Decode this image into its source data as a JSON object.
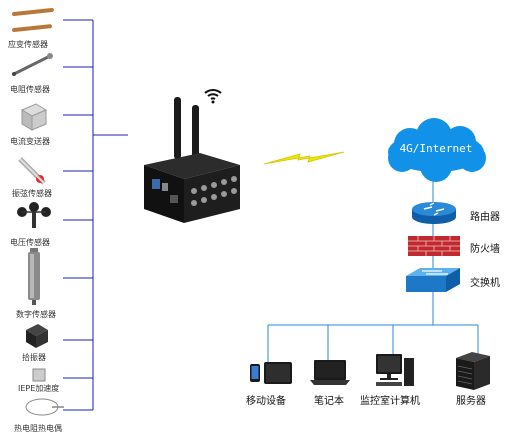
{
  "sensors": [
    {
      "label": "应变传感器",
      "icon": "strain-sensor-icon"
    },
    {
      "label": "电阻传感器",
      "icon": "resistance-sensor-icon"
    },
    {
      "label": "电流变送器",
      "icon": "current-transmitter-icon"
    },
    {
      "label": "振弦传感器",
      "icon": "vibrating-wire-sensor-icon"
    },
    {
      "label": "电压传感器",
      "icon": "anemometer-icon"
    },
    {
      "label": "数字传感器",
      "icon": "digital-sensor-icon"
    },
    {
      "label": "拾振器",
      "icon": "vibration-pickup-icon"
    },
    {
      "label": "IEPE加速度",
      "icon": "iepe-accelerometer-icon"
    },
    {
      "label": "热电阻热电偶",
      "icon": "thermocouple-icon"
    }
  ],
  "cloud": {
    "label": "4G/Internet"
  },
  "network": [
    {
      "label": "路由器",
      "icon": "router-icon"
    },
    {
      "label": "防火墙",
      "icon": "firewall-icon"
    },
    {
      "label": "交换机",
      "icon": "switch-icon"
    }
  ],
  "devices": [
    {
      "label": "移动设备",
      "icon": "mobile-device-icon"
    },
    {
      "label": "笔记本",
      "icon": "laptop-icon"
    },
    {
      "label": "监控室计算机",
      "icon": "desktop-computer-icon"
    },
    {
      "label": "服务器",
      "icon": "server-icon"
    }
  ],
  "colors": {
    "line": "#1a22b8",
    "cloud": "#1192e8",
    "network_line": "#2a8ad8",
    "bolt": "#f2e600"
  }
}
